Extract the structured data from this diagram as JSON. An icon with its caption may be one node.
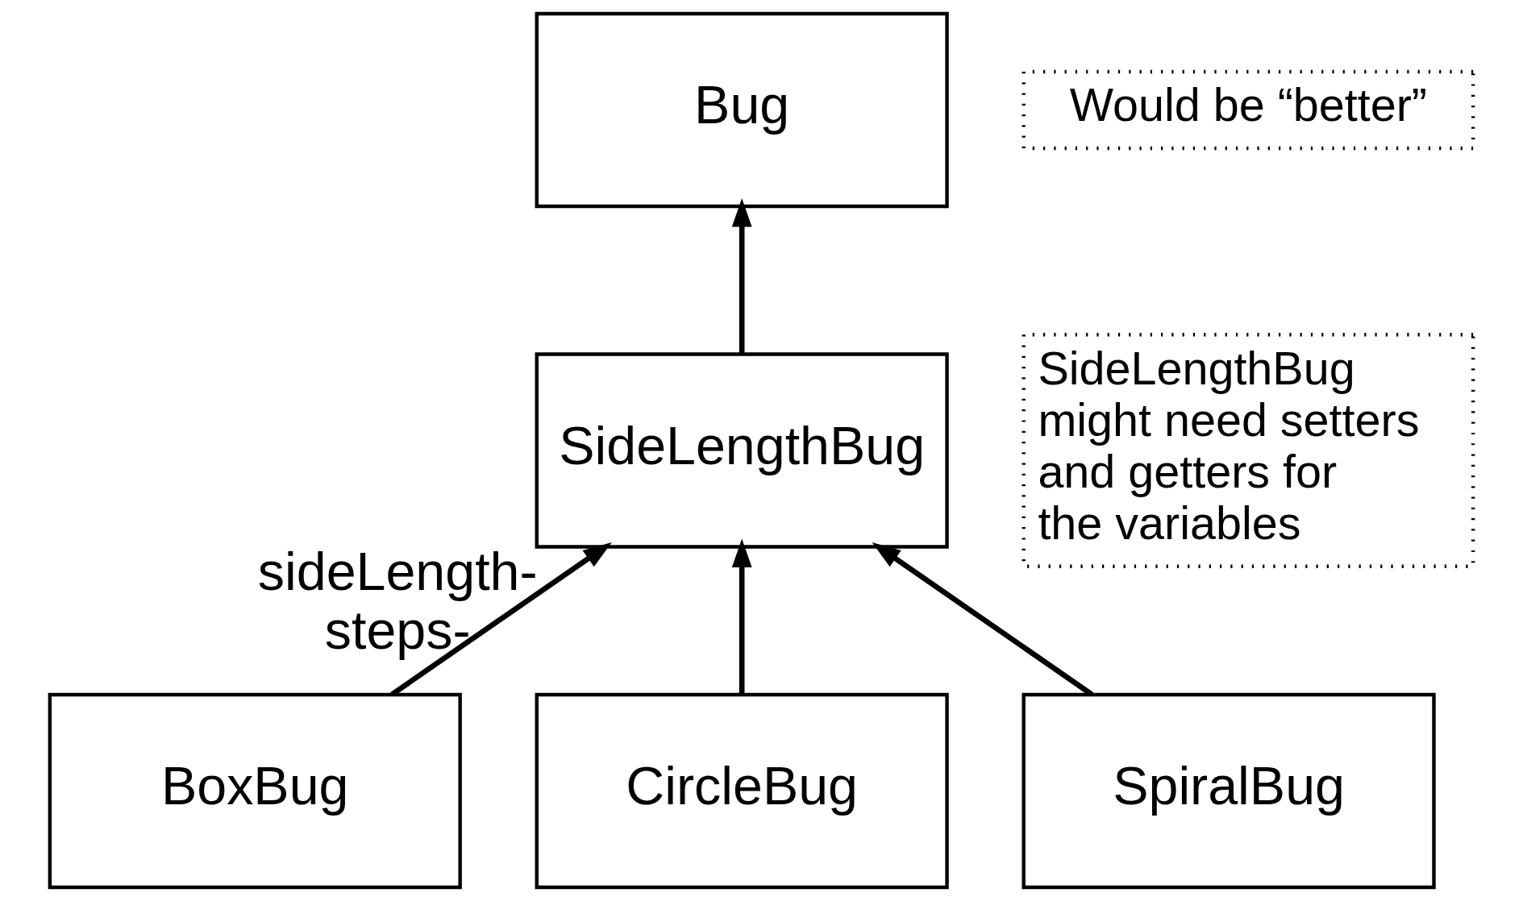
{
  "diagram": {
    "nodes": [
      {
        "text": [
          "Bug"
        ]
      },
      {
        "text": [
          "SideLengthBug"
        ],
        "beside": [
          "sideLength- steps-"
        ]
      },
      {
        "text": [
          "BoxBug"
        ]
      },
      {
        "text": [
          "CircleBug"
        ]
      },
      {
        "text": [
          "SpiralBug"
        ]
      },
      {
        "text": [
          "Would be “better”"
        ]
      },
      {
        "text": [
          "SideLengthBug might need setters and getters for the variables"
        ]
      }
    ],
    "edges": [
      {
        "from": 1,
        "to": 0,
        "arrow": "to"
      },
      {
        "from": 2,
        "to": 1,
        "arrow": "to"
      },
      {
        "from": 3,
        "to": 1,
        "arrow": "to"
      },
      {
        "from": 4,
        "to": 1,
        "arrow": "to"
      }
    ]
  }
}
